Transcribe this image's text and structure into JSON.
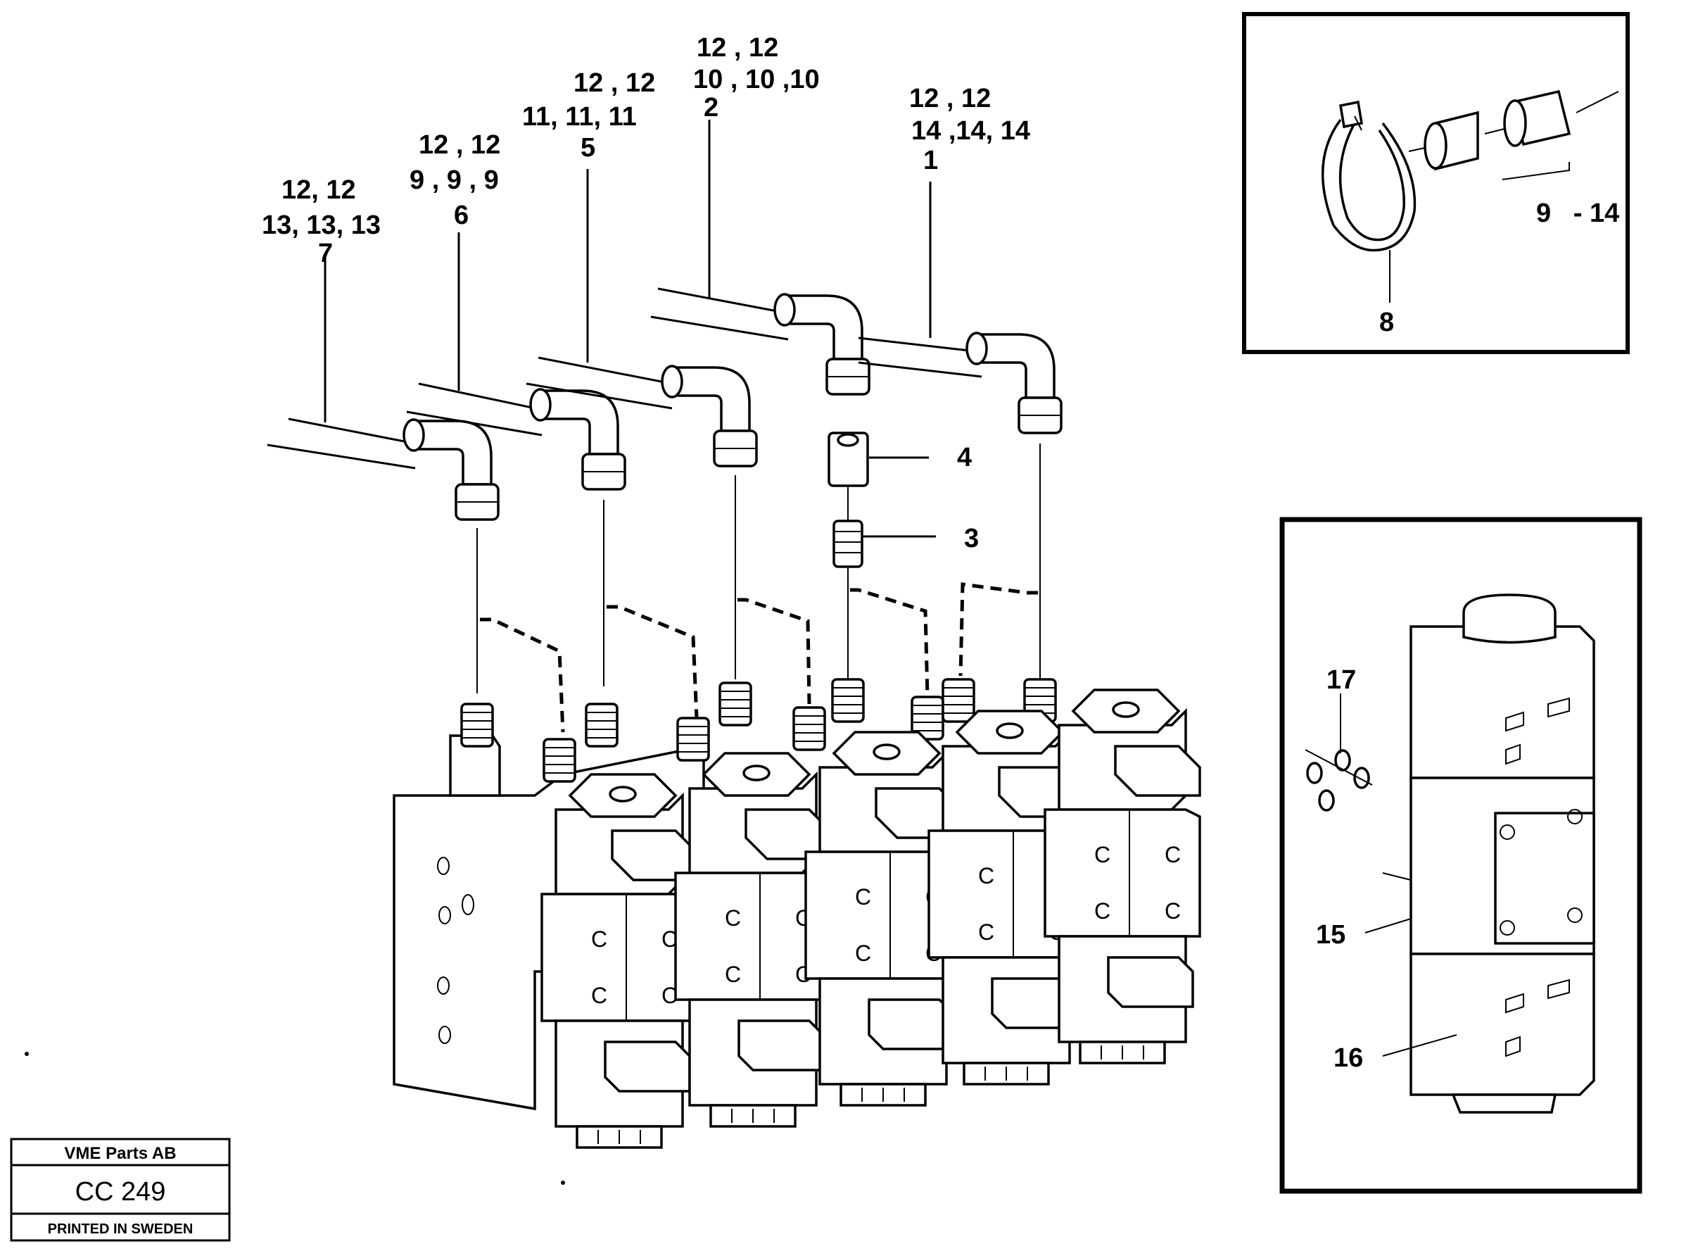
{
  "callouts": {
    "p7": [
      "12, 12",
      "13, 13, 13",
      "7"
    ],
    "p6": [
      "12 , 12",
      "9 , 9 , 9",
      "6"
    ],
    "p5": [
      "12 , 12",
      "11, 11, 11",
      "5"
    ],
    "p2": [
      "12 , 12",
      "10 , 10 ,10",
      "2"
    ],
    "p1": [
      "12 , 12",
      "14 ,14, 14",
      "1"
    ],
    "p4": "4",
    "p3": "3"
  },
  "detail_clamp": {
    "part": "8",
    "range": "9   - 14"
  },
  "detail_valve": {
    "p17": "17",
    "p15": "15",
    "p16": "16"
  },
  "title_block": {
    "company": "VME Parts AB",
    "code": "CC 249",
    "printed": "PRINTED IN SWEDEN"
  }
}
